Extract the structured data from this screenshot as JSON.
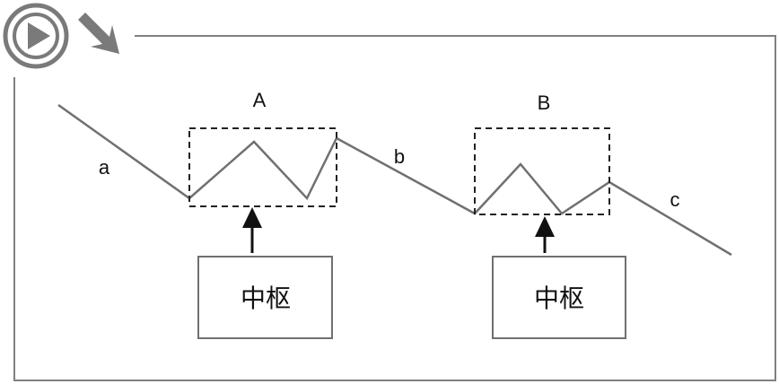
{
  "diagram": {
    "segment_labels": {
      "a": "a",
      "b": "b",
      "c": "c"
    },
    "pivot_labels": {
      "first": "A",
      "second": "B"
    },
    "pivot_box_text": {
      "first": "中枢",
      "second": "中枢"
    },
    "colors": {
      "line": "#707070",
      "frame": "#808080",
      "dash": "#222222",
      "arrow": "#111111",
      "logo": "#7a7a7a"
    },
    "icons": {
      "logo": "play-circle-icon",
      "corner": "arrow-down-right-icon"
    }
  }
}
